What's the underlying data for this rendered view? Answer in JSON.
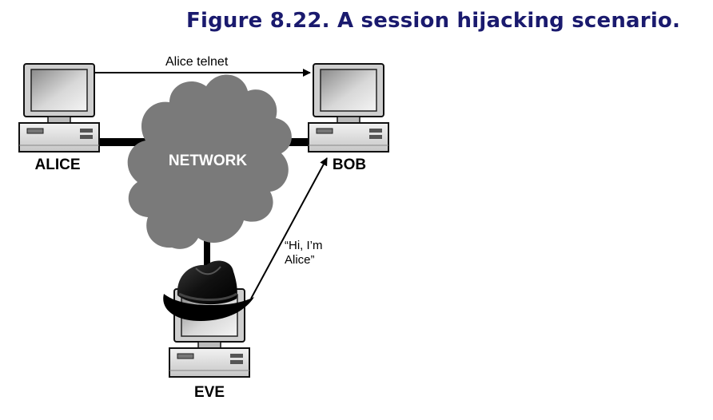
{
  "figure": {
    "title": "Figure 8.22. A session hijacking scenario."
  },
  "diagram": {
    "network_label": "NETWORK",
    "nodes": {
      "alice": "ALICE",
      "bob": "BOB",
      "eve": "EVE"
    },
    "connections": {
      "alice_to_bob": "Alice telnet",
      "eve_to_bob_line1": "“Hi, I’m",
      "eve_to_bob_line2": "Alice”"
    }
  }
}
